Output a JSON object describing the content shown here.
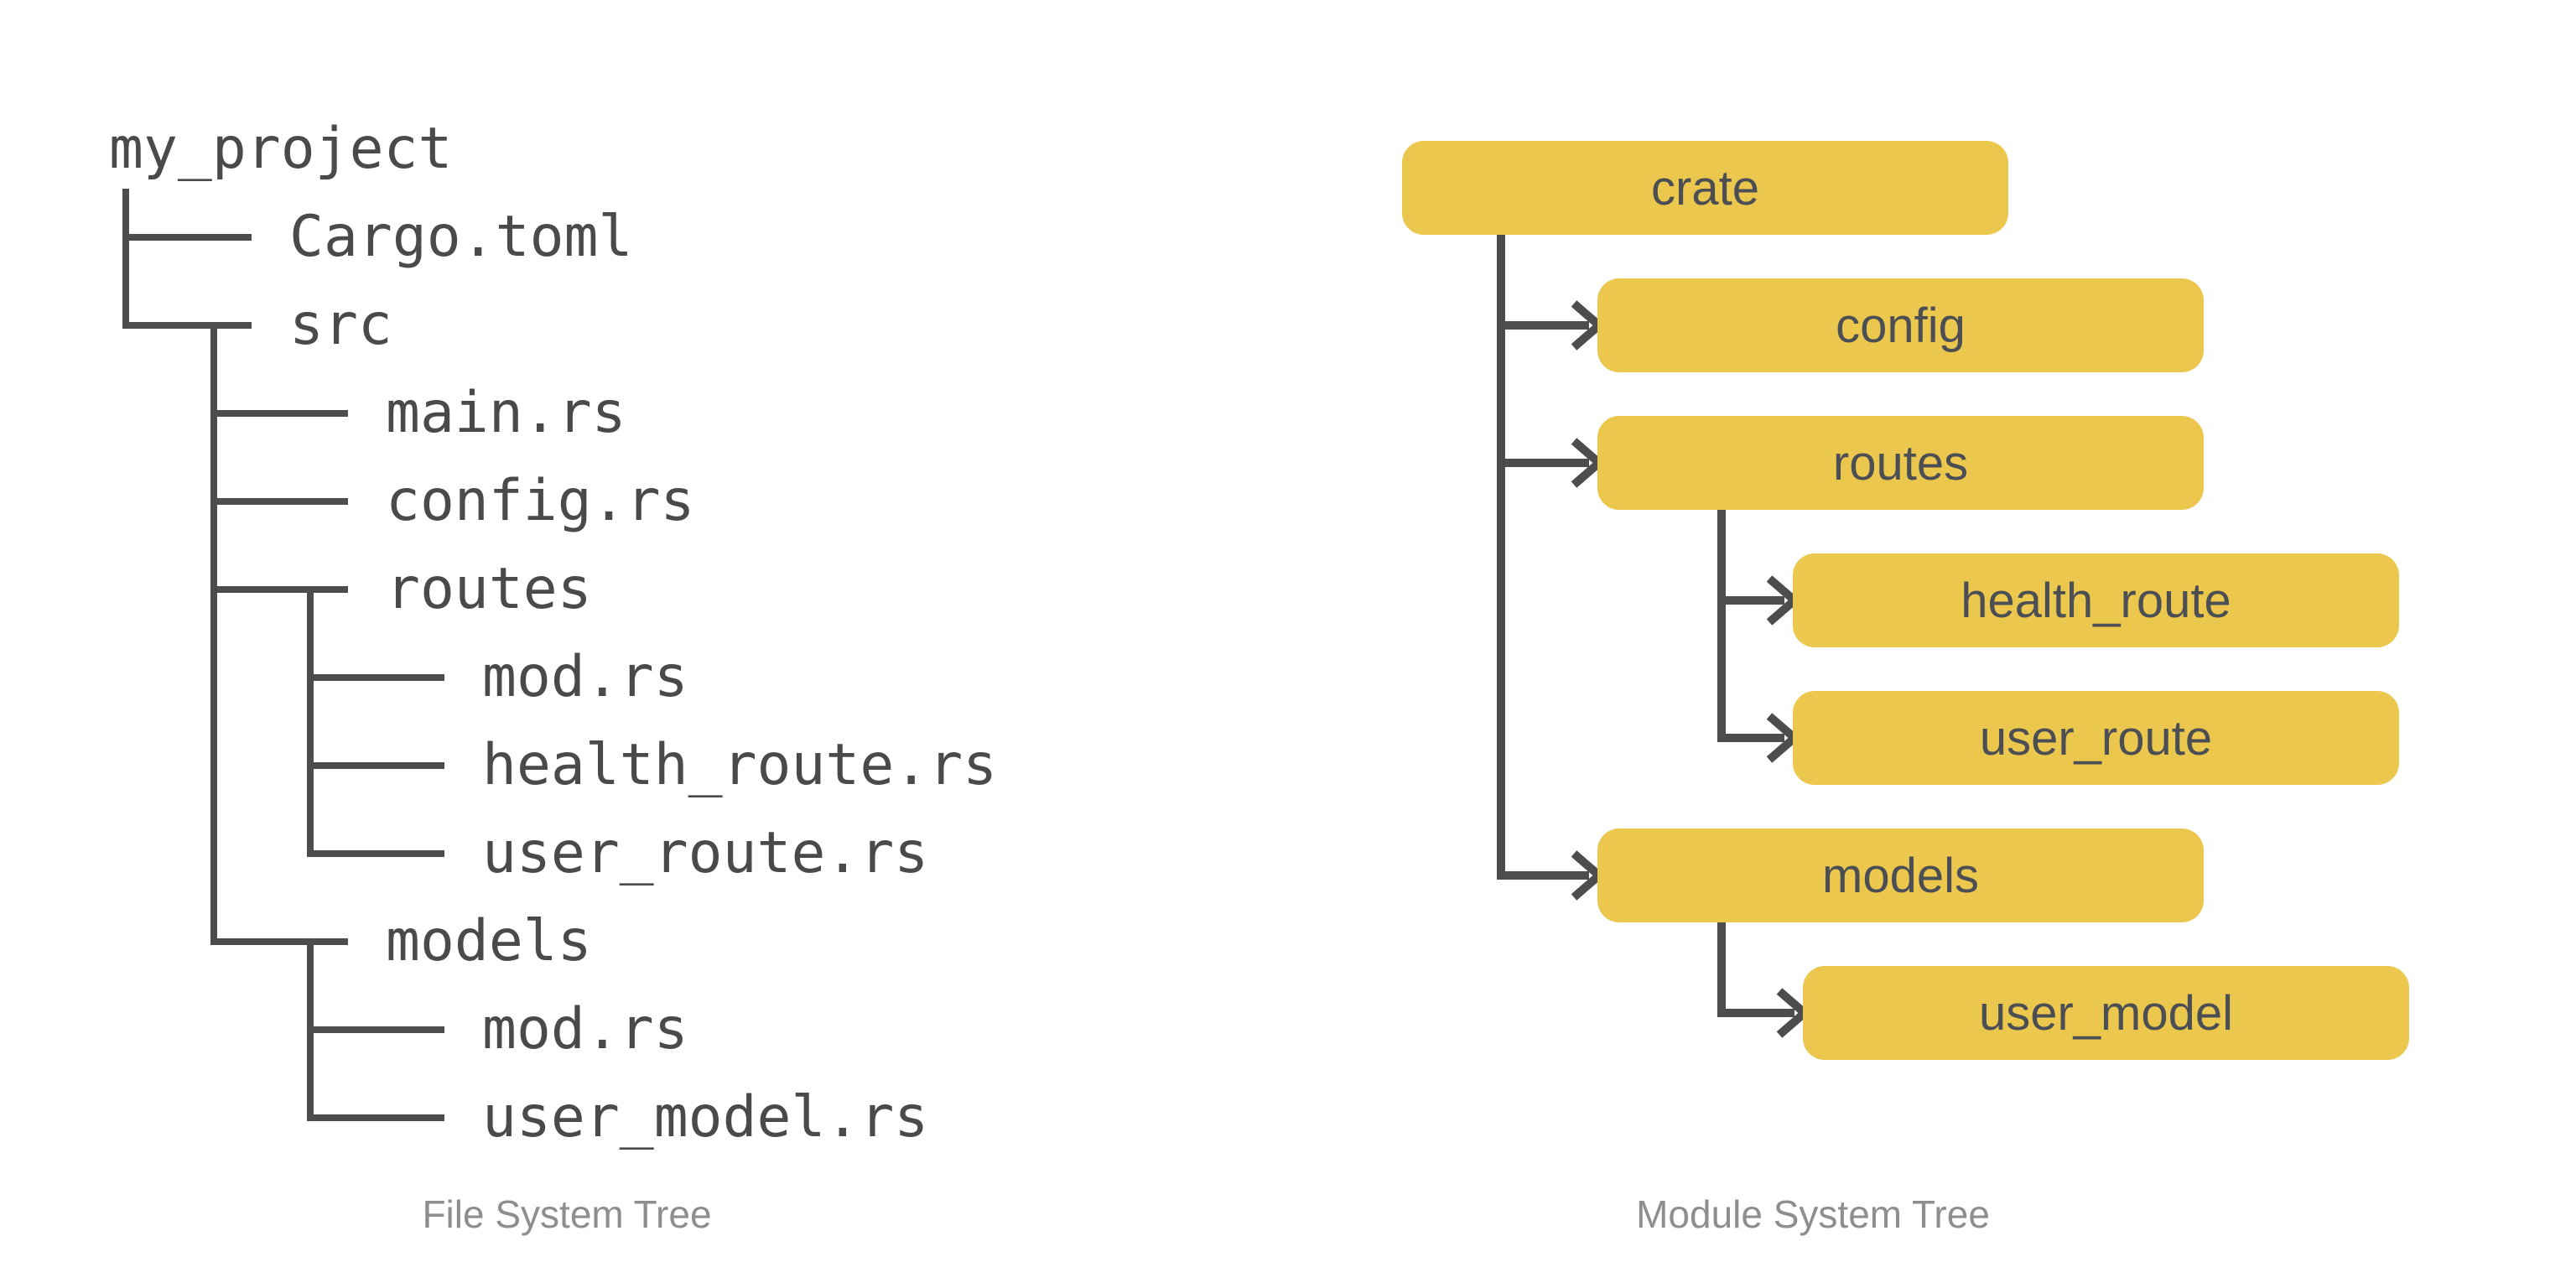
{
  "file_tree": {
    "caption": "File System Tree",
    "root_label": "my_project",
    "rows": [
      {
        "label": "my_project",
        "depth": 0,
        "parent": null
      },
      {
        "label": "Cargo.toml",
        "depth": 1,
        "parent": "my_project"
      },
      {
        "label": "src",
        "depth": 1,
        "parent": "my_project"
      },
      {
        "label": "main.rs",
        "depth": 2,
        "parent": "src"
      },
      {
        "label": "config.rs",
        "depth": 2,
        "parent": "src"
      },
      {
        "label": "routes",
        "depth": 2,
        "parent": "src"
      },
      {
        "label": "mod.rs",
        "depth": 3,
        "parent": "routes"
      },
      {
        "label": "health_route.rs",
        "depth": 3,
        "parent": "routes"
      },
      {
        "label": "user_route.rs",
        "depth": 3,
        "parent": "routes"
      },
      {
        "label": "models",
        "depth": 2,
        "parent": "src"
      },
      {
        "label": "mod.rs",
        "depth": 3,
        "parent": "models"
      },
      {
        "label": "user_model.rs",
        "depth": 3,
        "parent": "models"
      }
    ]
  },
  "module_tree": {
    "caption": "Module System Tree",
    "boxes": [
      {
        "label": "crate",
        "depth": 0,
        "parent": null
      },
      {
        "label": "config",
        "depth": 1,
        "parent": "crate"
      },
      {
        "label": "routes",
        "depth": 1,
        "parent": "crate"
      },
      {
        "label": "health_route",
        "depth": 2,
        "parent": "routes"
      },
      {
        "label": "user_route",
        "depth": 2,
        "parent": "routes"
      },
      {
        "label": "models",
        "depth": 1,
        "parent": "crate"
      },
      {
        "label": "user_model",
        "depth": 2,
        "parent": "models"
      }
    ]
  },
  "colors": {
    "background": "#FFFFFF",
    "module_box_fill": "#ECC74D",
    "connector_line": "#4D4D4D",
    "tree_text": "#4A4A4A",
    "box_text": "#4B4F54",
    "caption_text": "#8E8E8E"
  }
}
